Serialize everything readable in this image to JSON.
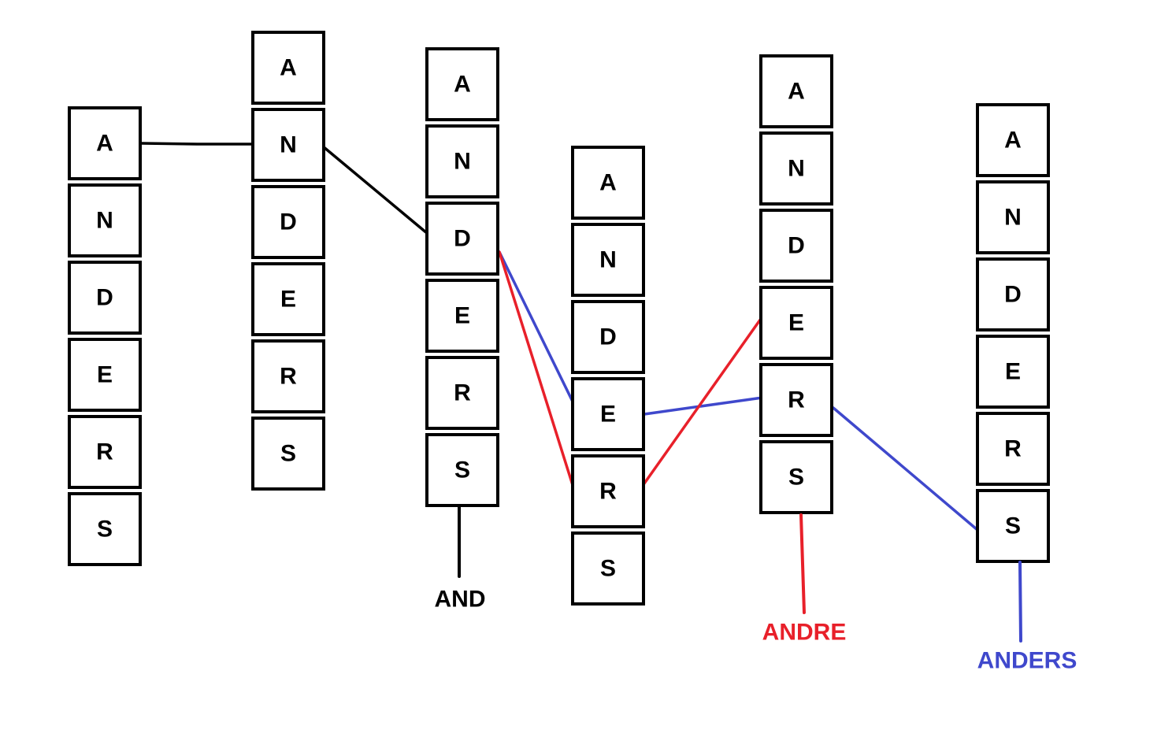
{
  "columns": [
    {
      "letters": [
        "A",
        "N",
        "D",
        "E",
        "R",
        "S"
      ]
    },
    {
      "letters": [
        "A",
        "N",
        "D",
        "E",
        "R",
        "S"
      ]
    },
    {
      "letters": [
        "A",
        "N",
        "D",
        "E",
        "R",
        "S"
      ]
    },
    {
      "letters": [
        "A",
        "N",
        "D",
        "E",
        "R",
        "S"
      ]
    },
    {
      "letters": [
        "A",
        "N",
        "D",
        "E",
        "R",
        "S"
      ]
    },
    {
      "letters": [
        "A",
        "N",
        "D",
        "E",
        "R",
        "S"
      ]
    }
  ],
  "colors": {
    "black": "#000000",
    "red": "#e8202a",
    "blue": "#3f48cc"
  },
  "words": [
    {
      "text": "AND",
      "color": "#000000"
    },
    {
      "text": "ANDRE",
      "color": "#e8202a"
    },
    {
      "text": "ANDERS",
      "color": "#3f48cc"
    }
  ]
}
